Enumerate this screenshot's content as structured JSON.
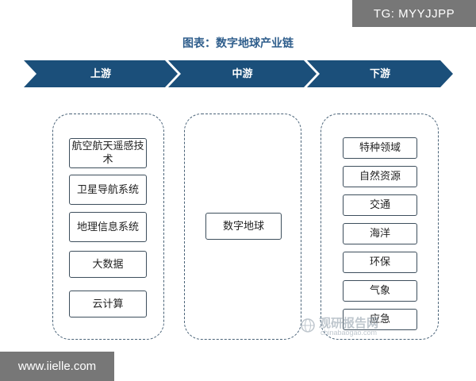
{
  "watermark_top": "TG: MYYJJPP",
  "title": "图表：数字地球产业链",
  "stages": [
    "上游",
    "中游",
    "下游"
  ],
  "upstream": [
    "航空航天遥感技术",
    "卫星导航系统",
    "地理信息系统",
    "大数据",
    "云计算"
  ],
  "midstream": [
    "数字地球"
  ],
  "downstream": [
    "特种领域",
    "自然资源",
    "交通",
    "海洋",
    "环保",
    "气象",
    "应急"
  ],
  "watermark_logo": {
    "cn": "观研报告网",
    "en": "chinabaogao.com"
  },
  "watermark_bottom": "www.iielle.com",
  "colors": {
    "chevron": "#1b4f7a",
    "title": "#2f5e8c",
    "border": "#3d4e5c"
  }
}
